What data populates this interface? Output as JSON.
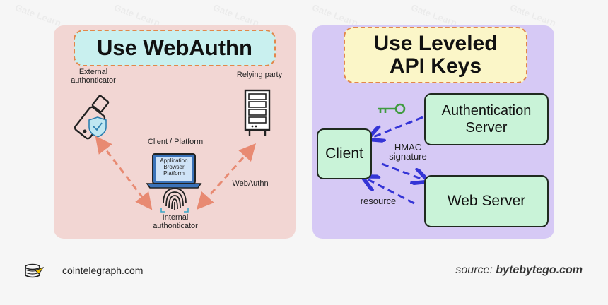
{
  "left_panel": {
    "title": "Use WebAuthn",
    "external_label": "External\nauthonticator",
    "relying_label": "Relying party",
    "client_label": "Client / Platform",
    "laptop_screen": "Application\nBrowser\nPlatform",
    "webauthn_label": "WebAuthn",
    "internal_label": "Internal\nauthonticator"
  },
  "right_panel": {
    "title": "Use Leveled\nAPI Keys",
    "client": "Client",
    "auth_server": "Authentication\nServer",
    "web_server": "Web Server",
    "hmac_label": "HMAC\nsignature",
    "resource_label": "resource"
  },
  "footer": {
    "site": "cointelegraph.com",
    "source_prefix": "source:",
    "source_name": "bytebytego.com"
  },
  "watermark": "Gate Learn",
  "colors": {
    "left_bg": "#f2d6d3",
    "right_bg": "#d6c9f5",
    "node_fill": "#c9f3d8",
    "arrow_salmon": "#e88a72",
    "arrow_blue": "#3434d6",
    "key_green": "#3f9b3f",
    "title_dash": "#e2874a"
  },
  "icons": [
    "security-key-icon",
    "shield-check-icon",
    "server-rack-icon",
    "laptop-icon",
    "fingerprint-icon",
    "key-icon",
    "cointelegraph-logo-icon"
  ]
}
